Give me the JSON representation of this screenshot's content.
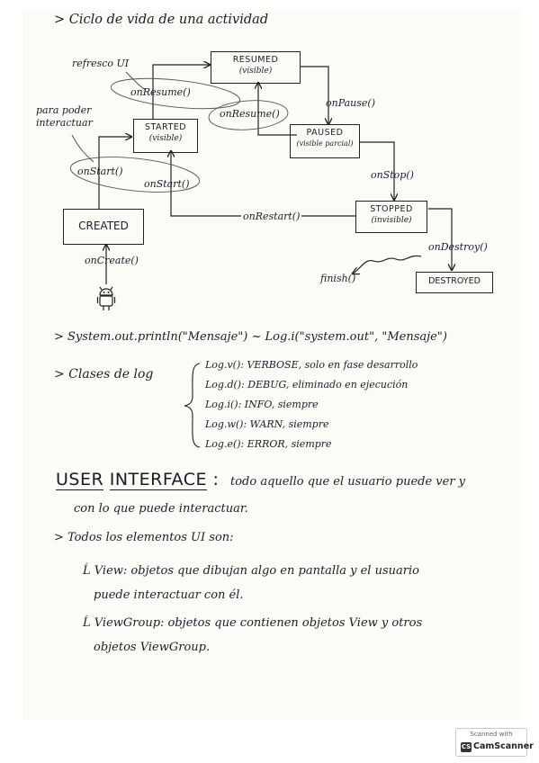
{
  "heading": "> Ciclo de vida de una actividad",
  "states": {
    "resumed": {
      "name": "RESUMED",
      "sub": "(visible)"
    },
    "started": {
      "name": "STARTED",
      "sub": "(visible)"
    },
    "paused": {
      "name": "PAUSED",
      "sub": "(visible parcial)"
    },
    "stopped": {
      "name": "STOPPED",
      "sub": "(invisible)"
    },
    "created": {
      "name": "CREATED"
    },
    "destroyed": {
      "name": "DESTROYED"
    }
  },
  "transitions": {
    "on_resume_1": "onResume()",
    "on_resume_2": "onResume()",
    "on_pause": "onPause()",
    "on_start_1": "onStart()",
    "on_start_2": "onStart()",
    "on_stop": "onStop()",
    "on_restart": "onRestart()",
    "on_destroy": "onDestroy()",
    "on_create": "onCreate()",
    "finish": "finish()"
  },
  "notes": {
    "refresh_ui": "refresco UI",
    "interact_1": "para poder",
    "interact_2": "interactuar"
  },
  "log_line": "> System.out.println(\"Mensaje\") ~ Log.i(\"system.out\", \"Mensaje\")",
  "log_classes_label": "> Clases de log",
  "log_items": [
    "Log.v(): VERBOSE, solo en fase desarrollo",
    "Log.d(): DEBUG, eliminado en ejecución",
    "Log.i(): INFO, siempre",
    "Log.w(): WARN, siempre",
    "Log.e(): ERROR, siempre"
  ],
  "ui": {
    "title_part1": "USER",
    "title_part2": "INTERFACE",
    "title_colon": ":",
    "definition_1": "todo aquello que el usuario puede ver y",
    "definition_2": "con lo que puede interactuar.",
    "elements_intro": "> Todos los elementos UI son:",
    "view_1": "Ĺ View: objetos que dibujan algo en pantalla y el usuario",
    "view_2": "puede interactuar con él.",
    "viewgroup_1": "Ĺ ViewGroup: objetos que contienen objetos View y otros",
    "viewgroup_2": "objetos ViewGroup."
  },
  "stamp": {
    "top": "Scanned with",
    "brand": "CamScanner",
    "logo": "CS"
  },
  "colors": {
    "ink": "#1d1d28",
    "paper": "#fbfbf8"
  }
}
